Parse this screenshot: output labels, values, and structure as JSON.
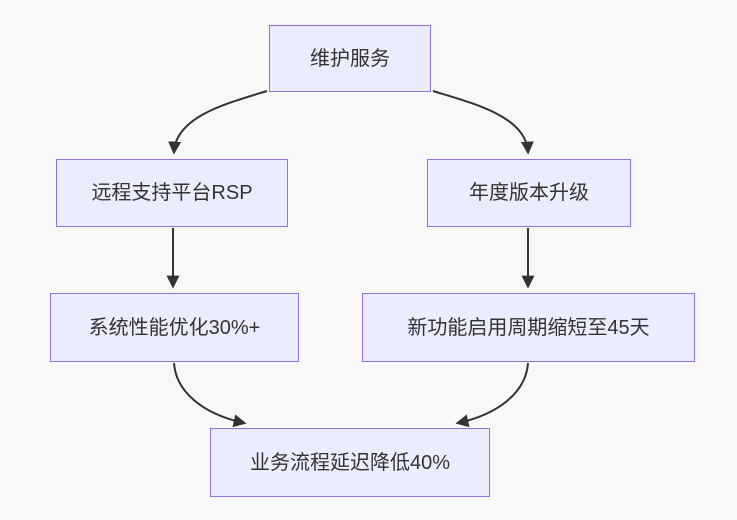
{
  "diagram": {
    "type": "flowchart",
    "direction": "top-down",
    "nodes": [
      {
        "id": "root",
        "label": "维护服务"
      },
      {
        "id": "rsp",
        "label": "远程支持平台RSP"
      },
      {
        "id": "upgrade",
        "label": "年度版本升级"
      },
      {
        "id": "perf",
        "label": "系统性能优化30%+"
      },
      {
        "id": "cycle",
        "label": "新功能启用周期缩短至45天"
      },
      {
        "id": "result",
        "label": "业务流程延迟降低40%"
      }
    ],
    "edges": [
      {
        "from": "维护服务",
        "to": "远程支持平台RSP"
      },
      {
        "from": "维护服务",
        "to": "年度版本升级"
      },
      {
        "from": "远程支持平台RSP",
        "to": "系统性能优化30%+"
      },
      {
        "from": "年度版本升级",
        "to": "新功能启用周期缩短至45天"
      },
      {
        "from": "系统性能优化30%+",
        "to": "业务流程延迟降低40%"
      },
      {
        "from": "新功能启用周期缩短至45天",
        "to": "业务流程延迟降低40%"
      }
    ],
    "colors": {
      "background": "#f8f8f8",
      "node_fill": "#ECECFF",
      "node_border": "#9370DB",
      "edge": "#333333",
      "text": "#333333"
    }
  }
}
